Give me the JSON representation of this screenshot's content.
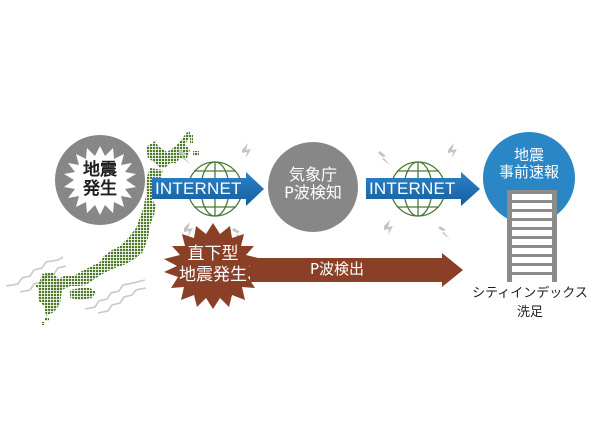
{
  "diagram": {
    "epicenter": {
      "line1": "地震",
      "line2": "発生"
    },
    "internet_arrow_1": {
      "label": "INTERNET"
    },
    "jma": {
      "line1": "気象庁",
      "line2": "P波検知"
    },
    "internet_arrow_2": {
      "label": "INTERNET"
    },
    "alert": {
      "line1": "地震",
      "line2": "事前速報"
    },
    "direct_quake": {
      "line1": "直下型",
      "line2": "地震発生"
    },
    "p_wave_arrow": {
      "label": "P波検出"
    },
    "building": {
      "line1": "シティインデックス",
      "line2": "洗足"
    }
  },
  "colors": {
    "map_green": "#4f7a2a",
    "gray_circle": "#8a8a8a",
    "blue_arrow": "#1d6fb5",
    "globe_green": "#4a7a35",
    "alert_blue": "#2a86c4",
    "brown": "#8a3f27",
    "building_gray": "#8c8c8c",
    "wave_gray": "#c8c8c8"
  }
}
